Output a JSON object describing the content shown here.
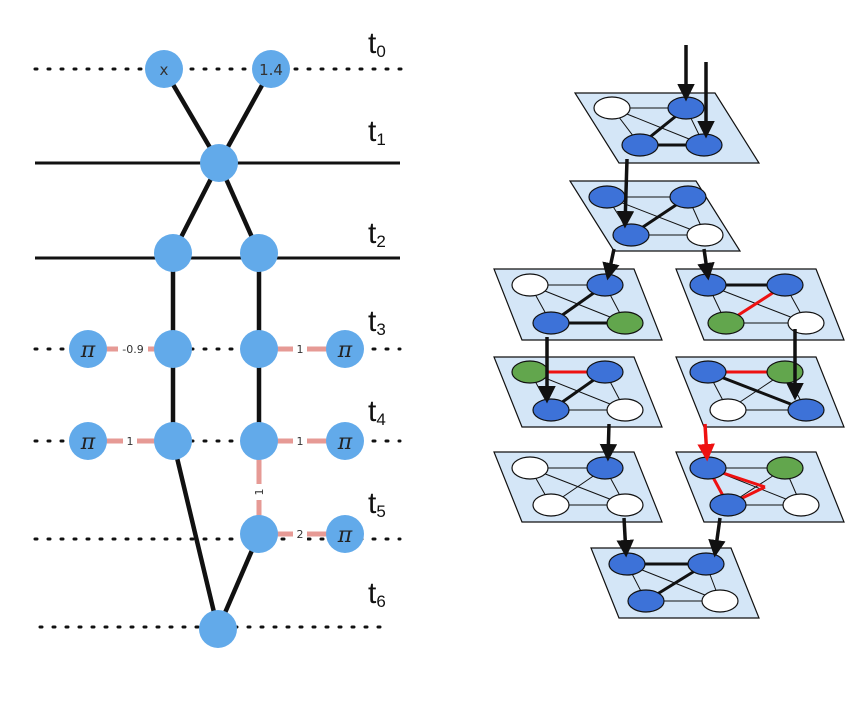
{
  "colors": {
    "node": "#62aaea",
    "edge": "#111111",
    "pos_edge": "#e69a95",
    "plane_fill": "#d4e6f7",
    "plate_node_blue": "#3d72d8",
    "plate_node_green": "#62a64d",
    "plate_node_white": "#ffffff",
    "red_edge": "#ee1111"
  },
  "time_labels": [
    {
      "letter": "t",
      "sub": "0"
    },
    {
      "letter": "t",
      "sub": "1"
    },
    {
      "letter": "t",
      "sub": "2"
    },
    {
      "letter": "t",
      "sub": "3"
    },
    {
      "letter": "t",
      "sub": "4"
    },
    {
      "letter": "t",
      "sub": "5"
    },
    {
      "letter": "t",
      "sub": "6"
    }
  ],
  "node_labels": {
    "x": "x",
    "val": "1.4",
    "pi": "π"
  },
  "edge_labels": {
    "t3_left": "-0.9",
    "t3_right": "1",
    "t4_left": "1",
    "t4_right": "1",
    "t45_vertical": "1",
    "t5_right": "2"
  }
}
